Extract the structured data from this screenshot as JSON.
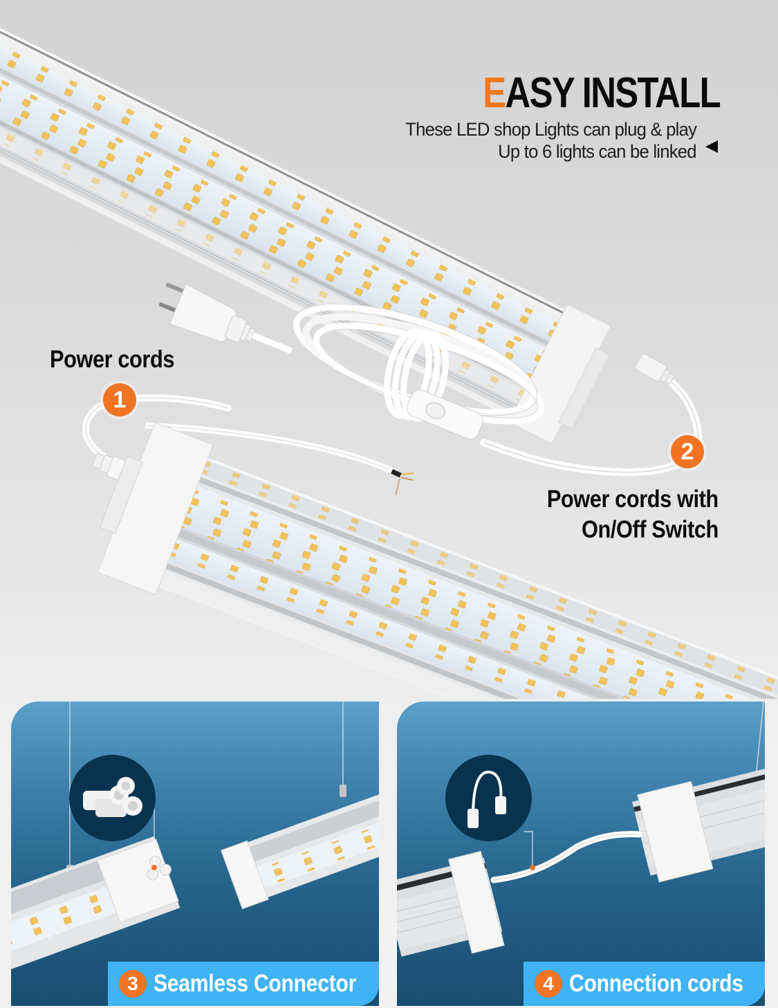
{
  "headline": {
    "accent_letter": "E",
    "rest": "ASY INSTALL",
    "accent_color": "#f0791f"
  },
  "subtitle": {
    "line1": "These LED shop Lights can plug & play",
    "line2": "Up to 6 lights can be linked",
    "pointer_icon": "triangle-left-icon"
  },
  "callouts": [
    {
      "number": "1",
      "label": "Power cords"
    },
    {
      "number": "2",
      "label_line1": "Power cords with",
      "label_line2": "On/Off Switch"
    }
  ],
  "panels": [
    {
      "number": "3",
      "caption": "Seamless Connector",
      "inset": "three-way-connector"
    },
    {
      "number": "4",
      "caption": "Connection cords",
      "inset": "connection-cord"
    }
  ],
  "colors": {
    "badge_orange": "#f07424",
    "caption_blue": "#3fb3f3",
    "panel_top": "#5aa0c9",
    "panel_bottom": "#1a4d70",
    "inset_circle": "#08334f",
    "led_amber": "#f3c45a"
  }
}
